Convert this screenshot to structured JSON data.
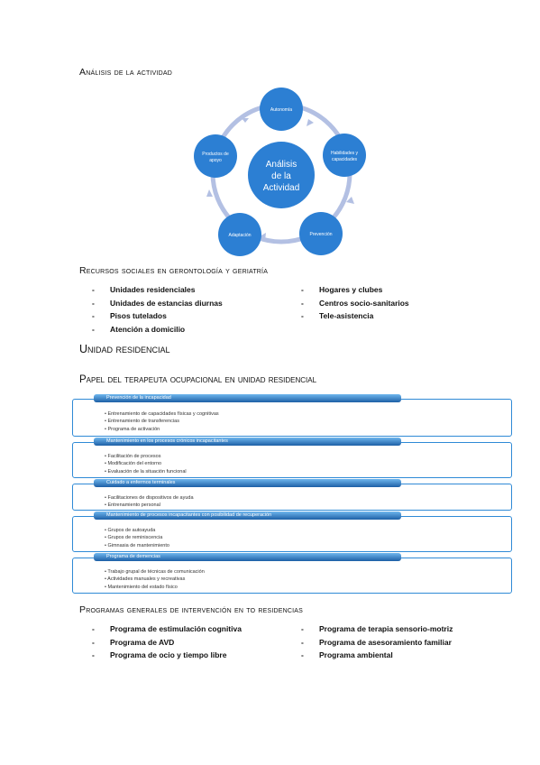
{
  "section1": {
    "title": "Análisis de la actividad"
  },
  "diagram": {
    "center": [
      "Análisis",
      "de la",
      "Actividad"
    ],
    "nodes": {
      "top": [
        "Autonomía"
      ],
      "right": [
        "Habilidades y",
        "capacidades"
      ],
      "bottom_right": [
        "Prevención"
      ],
      "bottom_left": [
        "Adaptación"
      ],
      "left": [
        "Productos de",
        "apoyo"
      ]
    },
    "colors": {
      "node": "#2c7fd3",
      "ring": "#b3c0e3"
    }
  },
  "section2": {
    "title": "Recursos sociales en gerontología y geriatría",
    "left_items": [
      "Unidades residenciales",
      "Unidades de estancias diurnas",
      "Pisos tutelados",
      "Atención a domicilio"
    ],
    "right_items": [
      "Hogares y clubes",
      "Centros socio-sanitarios",
      "Tele-asistencia"
    ]
  },
  "section3": {
    "title": "Unidad residencial"
  },
  "section4": {
    "title": "Papel del terapeuta ocupacional en unidad residencial",
    "blocks": [
      {
        "header": "Prevención de la incapacidad",
        "items": [
          "• Entrenamiento de capacidades físicas y cognitivas",
          "• Entrenamiento de transferencias",
          "• Programa de activación"
        ]
      },
      {
        "header": "Mantenimiento en los procesos crónicos incapacitantes",
        "items": [
          "• Facilitación de procesos",
          "• Modificación del entorno",
          "• Evaluación de la situación funcional"
        ]
      },
      {
        "header": "Cuidado a enfermos terminales",
        "items": [
          "• Facilitaciones de dispositivos de ayuda",
          "• Entrenamiento personal"
        ]
      },
      {
        "header": "Mantenimiento de procesos incapacitantes con posibilidad de recuperación",
        "items": [
          "• Grupos de autoayuda",
          "• Grupos de reminiscencia",
          "• Gimnasia de mantenimiento"
        ]
      },
      {
        "header": "Programa de demencias",
        "items": [
          "• Trabajo grupal de técnicas de comunicación",
          "• Actividades manuales y recreativas",
          "• Mantenimiento del estado físico"
        ]
      }
    ]
  },
  "section5": {
    "title": "Programas generales de intervención en to residencias",
    "left_items": [
      "Programa de estimulación cognitiva",
      "Programa de AVD",
      "Programa de ocio y tiempo libre"
    ],
    "right_items": [
      "Programa de terapia sensorio-motriz",
      "Programa de asesoramiento familiar",
      "Programa ambiental"
    ]
  },
  "bullet": "-"
}
